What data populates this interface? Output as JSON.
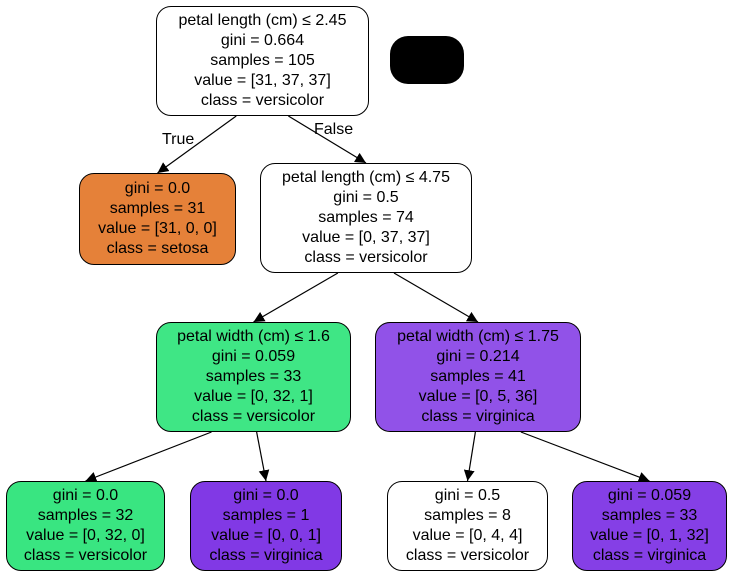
{
  "colors": {
    "white": "#ffffff",
    "setosa": "#e58139",
    "versicolor": "#39e581",
    "virginica": "#8139e5",
    "edge": "#000000"
  },
  "nodes": [
    {
      "id": "n0",
      "lines": [
        "petal length (cm) ≤ 2.45",
        "gini = 0.664",
        "samples = 105",
        "value = [31, 37, 37]",
        "class = versicolor"
      ],
      "fill": "#ffffff"
    },
    {
      "id": "n1",
      "lines": [
        "gini = 0.0",
        "samples = 31",
        "value = [31, 0, 0]",
        "class = setosa"
      ],
      "fill": "#e58139"
    },
    {
      "id": "n2",
      "lines": [
        "petal length (cm) ≤ 4.75",
        "gini = 0.5",
        "samples = 74",
        "value = [0, 37, 37]",
        "class = versicolor"
      ],
      "fill": "#ffffff"
    },
    {
      "id": "n3",
      "lines": [
        "petal width (cm) ≤ 1.6",
        "gini = 0.059",
        "samples = 33",
        "value = [0, 32, 1]",
        "class = versicolor"
      ],
      "fill": "#3fe685"
    },
    {
      "id": "n4",
      "lines": [
        "petal width (cm) ≤ 1.75",
        "gini = 0.214",
        "samples = 41",
        "value = [0, 5, 36]",
        "class = virginica"
      ],
      "fill": "#9152e8"
    },
    {
      "id": "n5",
      "lines": [
        "gini = 0.0",
        "samples = 32",
        "value = [0, 32, 0]",
        "class = versicolor"
      ],
      "fill": "#39e581"
    },
    {
      "id": "n6",
      "lines": [
        "gini = 0.0",
        "samples = 1",
        "value = [0, 0, 1]",
        "class = virginica"
      ],
      "fill": "#8139e5"
    },
    {
      "id": "n7",
      "lines": [
        "gini = 0.5",
        "samples = 8",
        "value = [0, 4, 4]",
        "class = versicolor"
      ],
      "fill": "#ffffff"
    },
    {
      "id": "n8",
      "lines": [
        "gini = 0.059",
        "samples = 33",
        "value = [0, 1, 32]",
        "class = virginica"
      ],
      "fill": "#853fe6"
    }
  ],
  "edges": [
    {
      "from": "n0",
      "to": "n1",
      "label": "True"
    },
    {
      "from": "n0",
      "to": "n2",
      "label": "False"
    },
    {
      "from": "n2",
      "to": "n3"
    },
    {
      "from": "n2",
      "to": "n4"
    },
    {
      "from": "n3",
      "to": "n5"
    },
    {
      "from": "n3",
      "to": "n6"
    },
    {
      "from": "n4",
      "to": "n7"
    },
    {
      "from": "n4",
      "to": "n8"
    }
  ]
}
